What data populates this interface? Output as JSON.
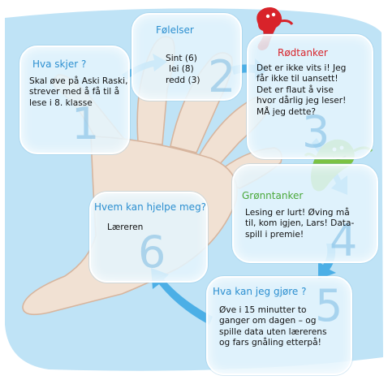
{
  "boxes": [
    {
      "number": "1",
      "title": "Hva skjer ?",
      "lines": [
        "Skal øve på Aski Raski,",
        "strever med å få til å",
        "lese i 8. klasse"
      ]
    },
    {
      "number": "2",
      "title": "Følelser",
      "lines": [
        "Sint (6)",
        "lei (8)",
        "redd (3)"
      ]
    },
    {
      "number": "3",
      "title": "Rødtanker",
      "lines": [
        "Det er ikke vits i! Jeg",
        "får ikke til uansett!",
        "Det er flaut å vise",
        "hvor dårlig jeg leser!",
        "MÅ jeg dette?"
      ]
    },
    {
      "number": "4",
      "title": "Grønntanker",
      "lines": [
        "Lesing er lurt! Øving må",
        "til, kom igjen, Lars! Data-",
        "spill i premie!"
      ]
    },
    {
      "number": "5",
      "title": "Hva kan jeg gjøre ?",
      "lines": [
        "Øve i 15 minutter to",
        "ganger om dagen – og",
        "spille data uten lærerens",
        "og fars gnåling etterpå!"
      ]
    },
    {
      "number": "6",
      "title": "Hvem kan hjelpe meg?",
      "lines": [
        "Læreren"
      ]
    }
  ],
  "colors": {
    "background": "#bfe3f6",
    "box_fill": "#e4f5fd",
    "title_blue": "#2c8fd0",
    "title_red": "#d8232a",
    "title_green": "#4aa83a",
    "arrow_blue": "#3fa8e4",
    "hand": "#f3dccb",
    "red_figure": "#d8232a",
    "green_figure": "#7cc242"
  }
}
